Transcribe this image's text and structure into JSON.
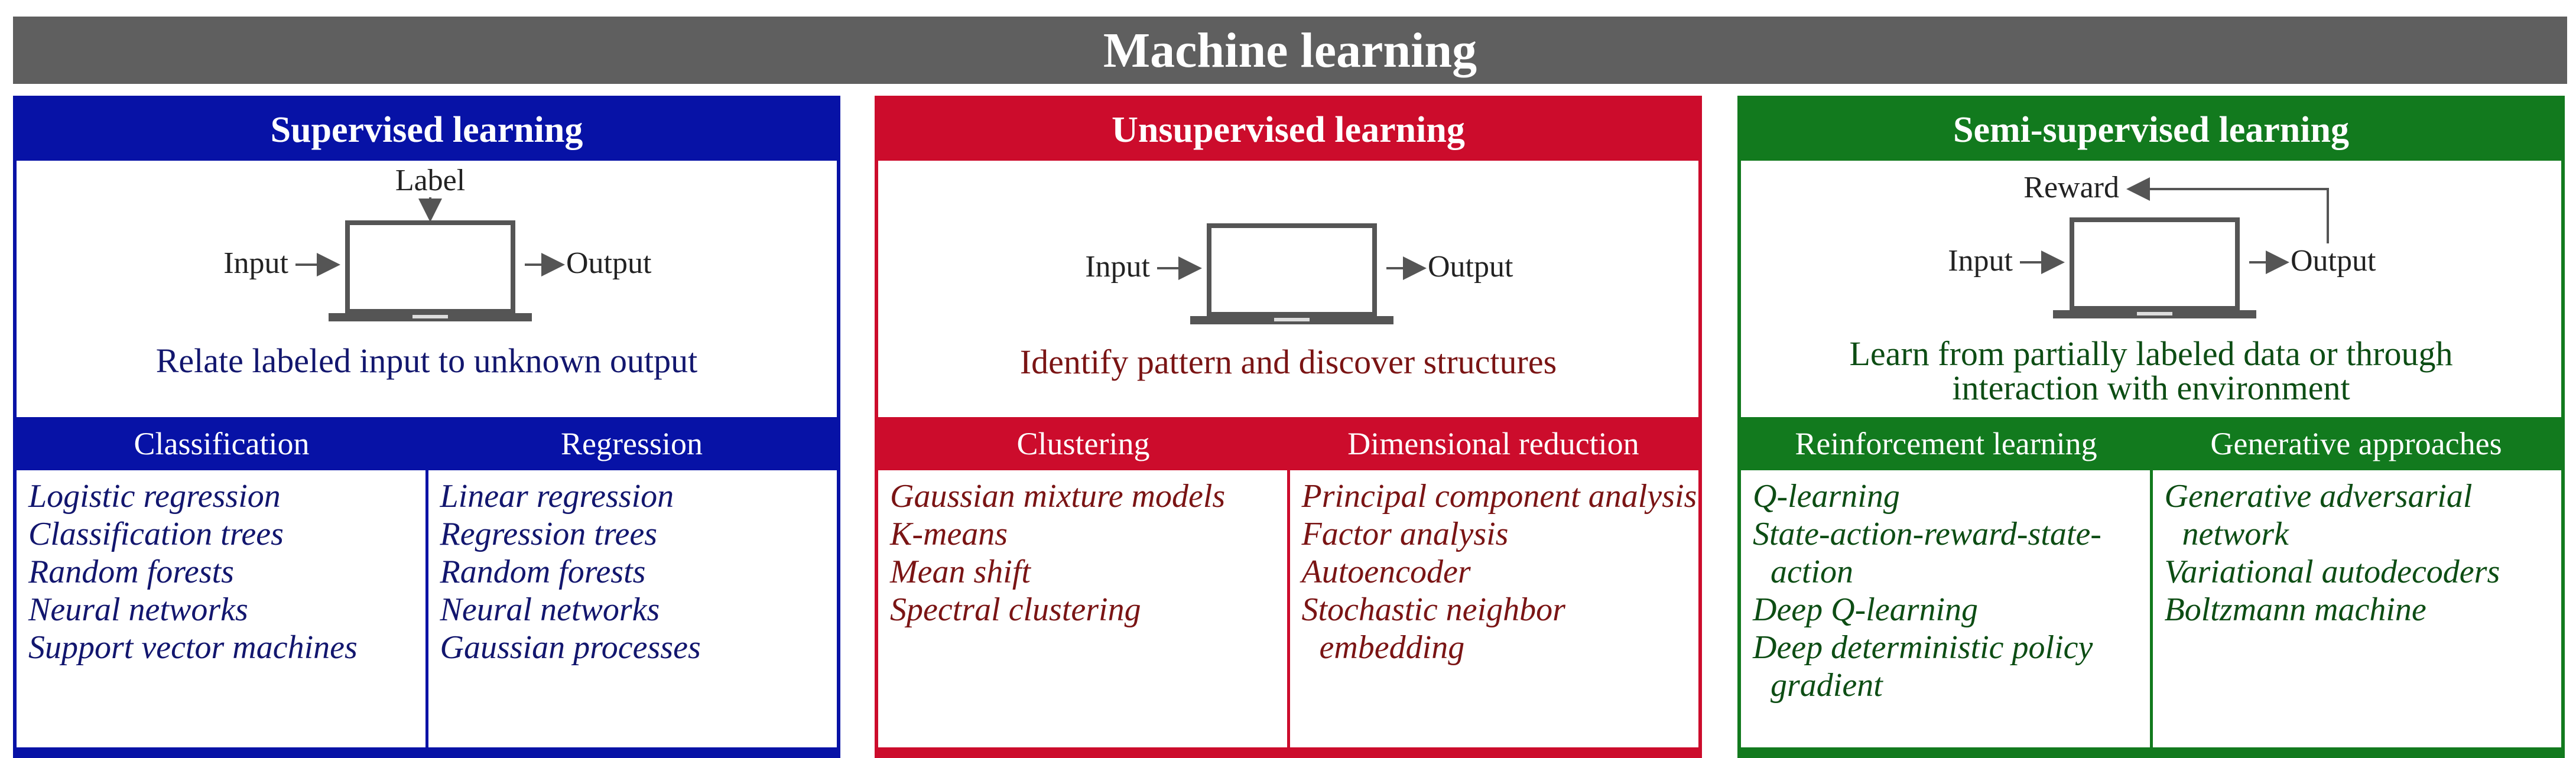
{
  "title": "Machine learning",
  "colors": {
    "banner": "#5f5f5f",
    "supervised": "#0712a6",
    "unsupervised": "#cc0c2c",
    "semi_supervised": "#127a1e"
  },
  "panels": {
    "supervised": {
      "title": "Supervised learning",
      "diagram": {
        "label": "Label",
        "input": "Input",
        "output": "Output",
        "icon": "laptop-icon"
      },
      "description": "Relate labeled input to unknown output",
      "subcategories": [
        {
          "name": "Classification",
          "items": [
            "Logistic regression",
            "Classification trees",
            "Random forests",
            "Neural networks",
            "Support vector machines"
          ]
        },
        {
          "name": "Regression",
          "items": [
            "Linear regression",
            "Regression trees",
            "Random forests",
            "Neural networks",
            "Gaussian processes"
          ]
        }
      ]
    },
    "unsupervised": {
      "title": "Unsupervised learning",
      "diagram": {
        "input": "Input",
        "output": "Output",
        "icon": "laptop-icon"
      },
      "description": "Identify pattern and discover structures",
      "subcategories": [
        {
          "name": "Clustering",
          "items": [
            "Gaussian mixture models",
            "K-means",
            "Mean shift",
            "Spectral clustering"
          ]
        },
        {
          "name": "Dimensional reduction",
          "items": [
            "Principal component analysis",
            "Factor analysis",
            "Autoencoder",
            "Stochastic neighbor embedding"
          ]
        }
      ]
    },
    "semi_supervised": {
      "title": "Semi-supervised learning",
      "diagram": {
        "reward": "Reward",
        "input": "Input",
        "output": "Output",
        "icon": "laptop-icon"
      },
      "description_lines": [
        "Learn from partially labeled data or through",
        "interaction with environment"
      ],
      "subcategories": [
        {
          "name": "Reinforcement learning",
          "items": [
            "Q-learning",
            "State-action-reward-state-action",
            "Deep Q-learning",
            "Deep deterministic policy gradient"
          ]
        },
        {
          "name": "Generative approaches",
          "items": [
            "Generative adversarial network",
            "Variational autodecoders",
            "Boltzmann machine"
          ]
        }
      ]
    }
  }
}
